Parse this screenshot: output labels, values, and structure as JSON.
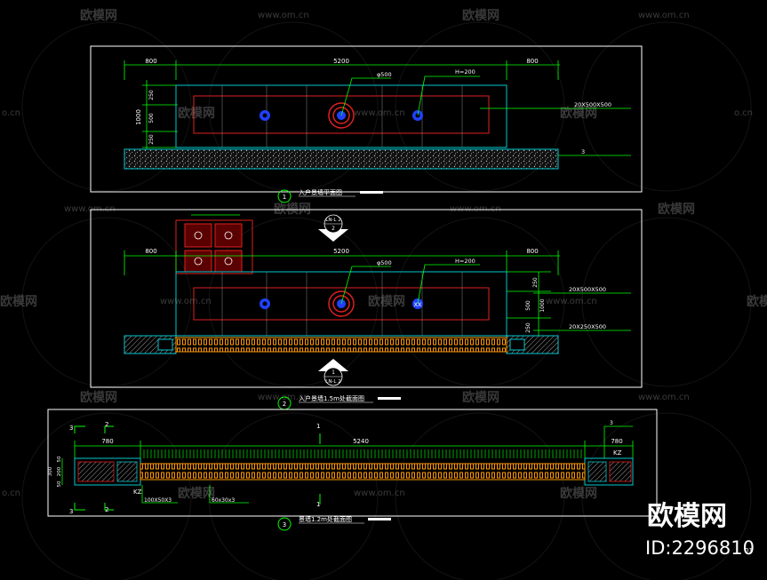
{
  "watermark": {
    "brand": "欧模网",
    "url": "www.om.cn",
    "url_short": "o.cn",
    "id_label": "ID:2296810",
    "id_suffix": "01"
  },
  "view1": {
    "title": "入户景墙平面图",
    "circle_num": "1",
    "dim_left": "800",
    "dim_main": "5200",
    "dim_right": "800",
    "dim_v1": "250",
    "dim_v2": "500",
    "dim_v3": "250",
    "dim_v_total": "1000",
    "callout_pipe": "φ500",
    "callout_h": "H=200",
    "callout_right1": "20X500X500",
    "callout_right2": "3"
  },
  "view2": {
    "title": "入户景墙1.5m处截面图",
    "circle_num": "2",
    "section_mark_top": "LN-L 2",
    "section_num_top": "2",
    "section_mark_bottom": "LN-L 2",
    "section_num_bottom": "1",
    "dim_left": "800",
    "dim_main": "5200",
    "dim_right": "800",
    "dim_v1": "250",
    "dim_v2": "500",
    "dim_v3": "250",
    "dim_v_total": "1000",
    "callout_pipe": "φ500",
    "callout_h": "H=200",
    "callout_right1": "20X500X500",
    "callout_right2": "20X250X500",
    "detail_label": "XX"
  },
  "view3": {
    "title": "景墙1.2m处截面图",
    "circle_num": "3",
    "mark_3a": "3",
    "mark_2a": "2",
    "mark_1a": "1",
    "mark_3b": "3",
    "mark_2b": "2",
    "mark_1b": "1",
    "dim_left": "780",
    "dim_main": "5240",
    "dim_right": "780",
    "dim_v1": "50",
    "dim_v2": "200",
    "dim_v3": "50",
    "dim_v_total": "300",
    "kz_left": "KZ",
    "kz_right": "KZ",
    "callout_bl1": "100X50X3",
    "callout_bl2": "60x30x3",
    "callout_right_top": "3"
  },
  "colors": {
    "background": "#000000",
    "frame": "#ffffff",
    "dim": "#00ff00",
    "wall_cyan": "#00c8d0",
    "red": "#e02020",
    "blue": "#2040ff",
    "orange": "#ff9900"
  }
}
